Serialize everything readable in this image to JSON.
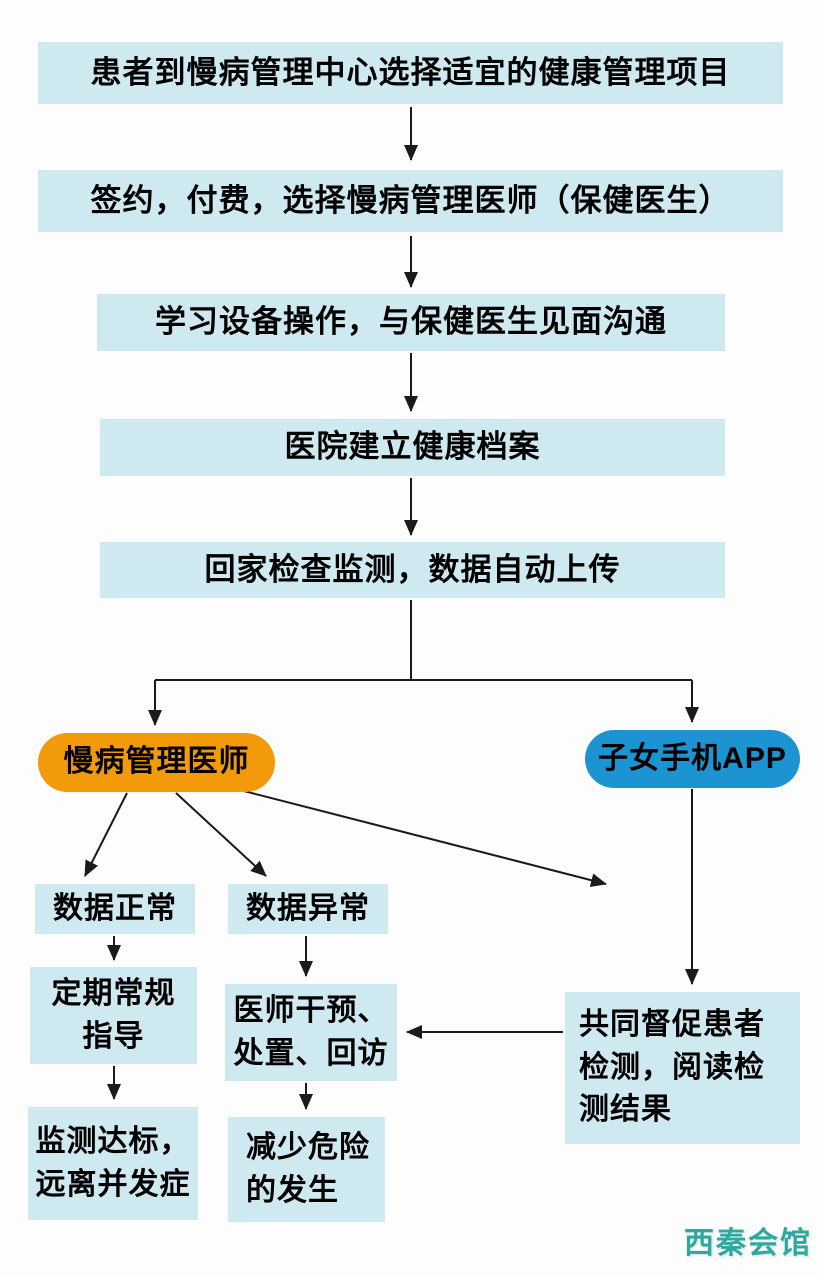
{
  "flow": {
    "step1": "患者到慢病管理中心选择适宜的健康管理项目",
    "step2": "签约，付费，选择慢病管理医师（保健医生）",
    "step3": "学习设备操作，与保健医生见面沟通",
    "step4": "医院建立健康档案",
    "step5": "回家检查监测，数据自动上传",
    "doctor": "慢病管理医师",
    "app": "子女手机APP",
    "data_normal": "数据正常",
    "data_abnormal": "数据异常",
    "guidance": "定期常规\n指导",
    "intervention": "医师干预、\n处置、回访",
    "standard": "监测达标，\n远离并发症",
    "reduce": "减少危险\n的发生",
    "supervise": "共同督促患者\n检测，阅读检\n测结果"
  },
  "watermark": "西秦会馆",
  "colors": {
    "box-fill": "#cfe9f0",
    "doctor-fill": "#f39a0b",
    "app-fill": "#1d94d2",
    "arrow": "#1a1a1a",
    "text": "#000000",
    "watermark-color": "#2fa8a0",
    "background": "#fdfdfd"
  }
}
